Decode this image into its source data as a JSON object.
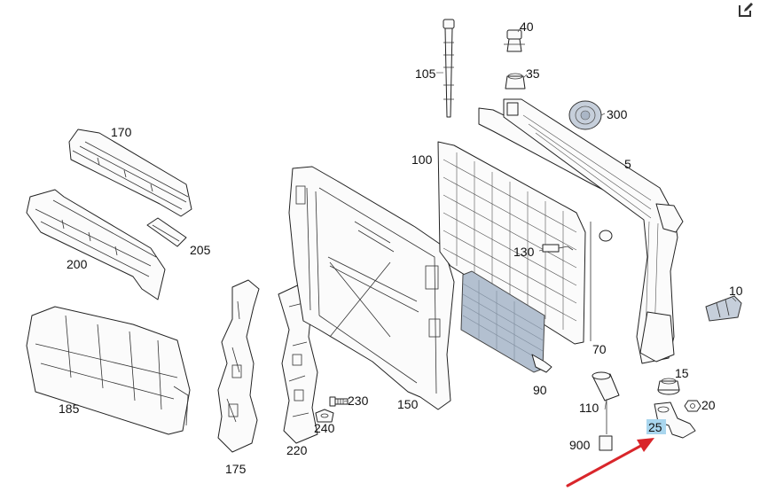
{
  "toolbar": {
    "edit_icon": "edit-icon"
  },
  "callouts": {
    "c40": "40",
    "c35": "35",
    "c105": "105",
    "c300": "300",
    "c170": "170",
    "c100": "100",
    "c5": "5",
    "c205": "205",
    "c200": "200",
    "c130": "130",
    "c10": "10",
    "c70": "70",
    "c185": "185",
    "c15": "15",
    "c90": "90",
    "c230": "230",
    "c150": "150",
    "c110": "110",
    "c20": "20",
    "c240": "240",
    "c25": "25",
    "c900": "900",
    "c175": "175",
    "c220": "220"
  },
  "colors": {
    "highlight": "#a9d6ee",
    "arrow": "#d9262b",
    "radiator": "#b3c0d0",
    "line": "#222222"
  }
}
